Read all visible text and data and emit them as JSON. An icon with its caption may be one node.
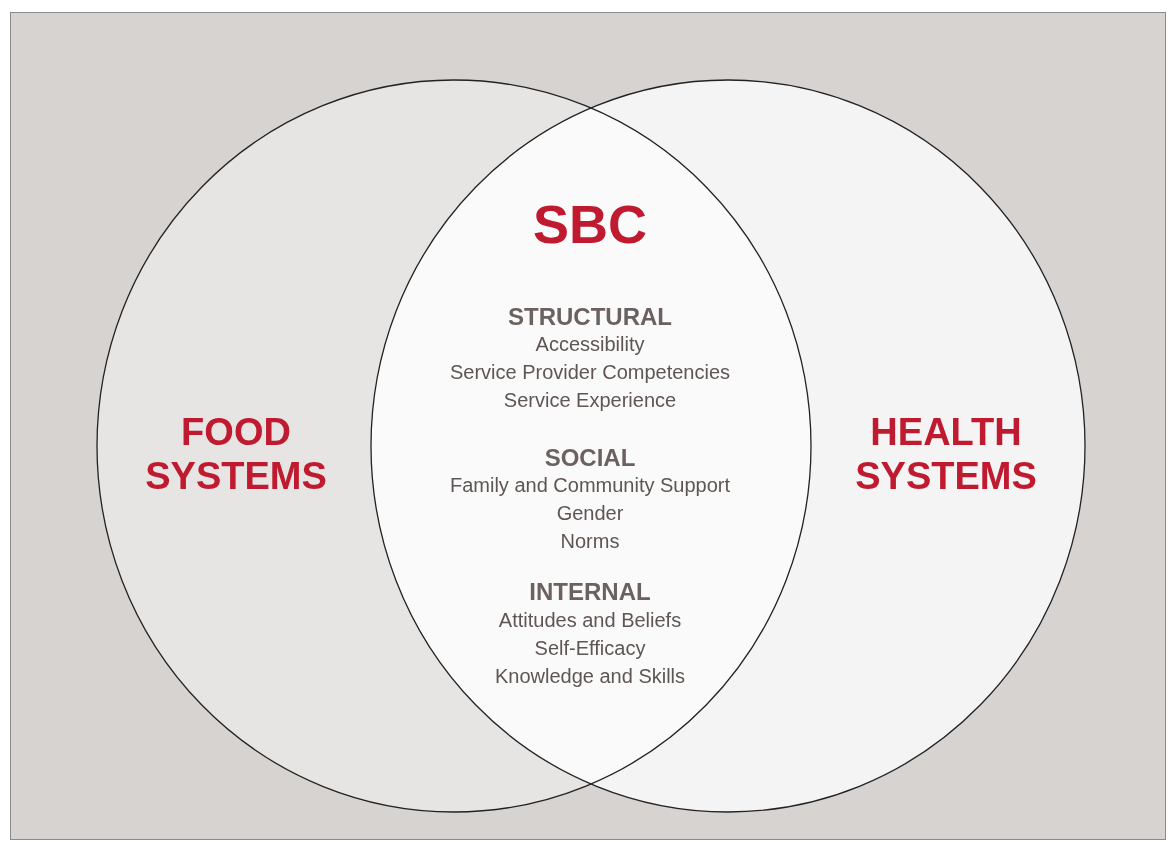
{
  "diagram": {
    "nodes": [
      {
        "text": [
          "FOOD SYSTEMS"
        ]
      },
      {
        "text": [
          "HEALTH SYSTEMS"
        ]
      }
    ],
    "labels": [
      "SBC",
      "STRUCTURAL",
      "Accessibility",
      "Service Provider Competencies",
      "Service Experience",
      "SOCIAL",
      "Family and Community Support",
      "Gender",
      "Norms",
      "INTERNAL",
      "Attitudes and Beliefs",
      "Self-Efficacy",
      "Knowledge and Skills"
    ]
  }
}
